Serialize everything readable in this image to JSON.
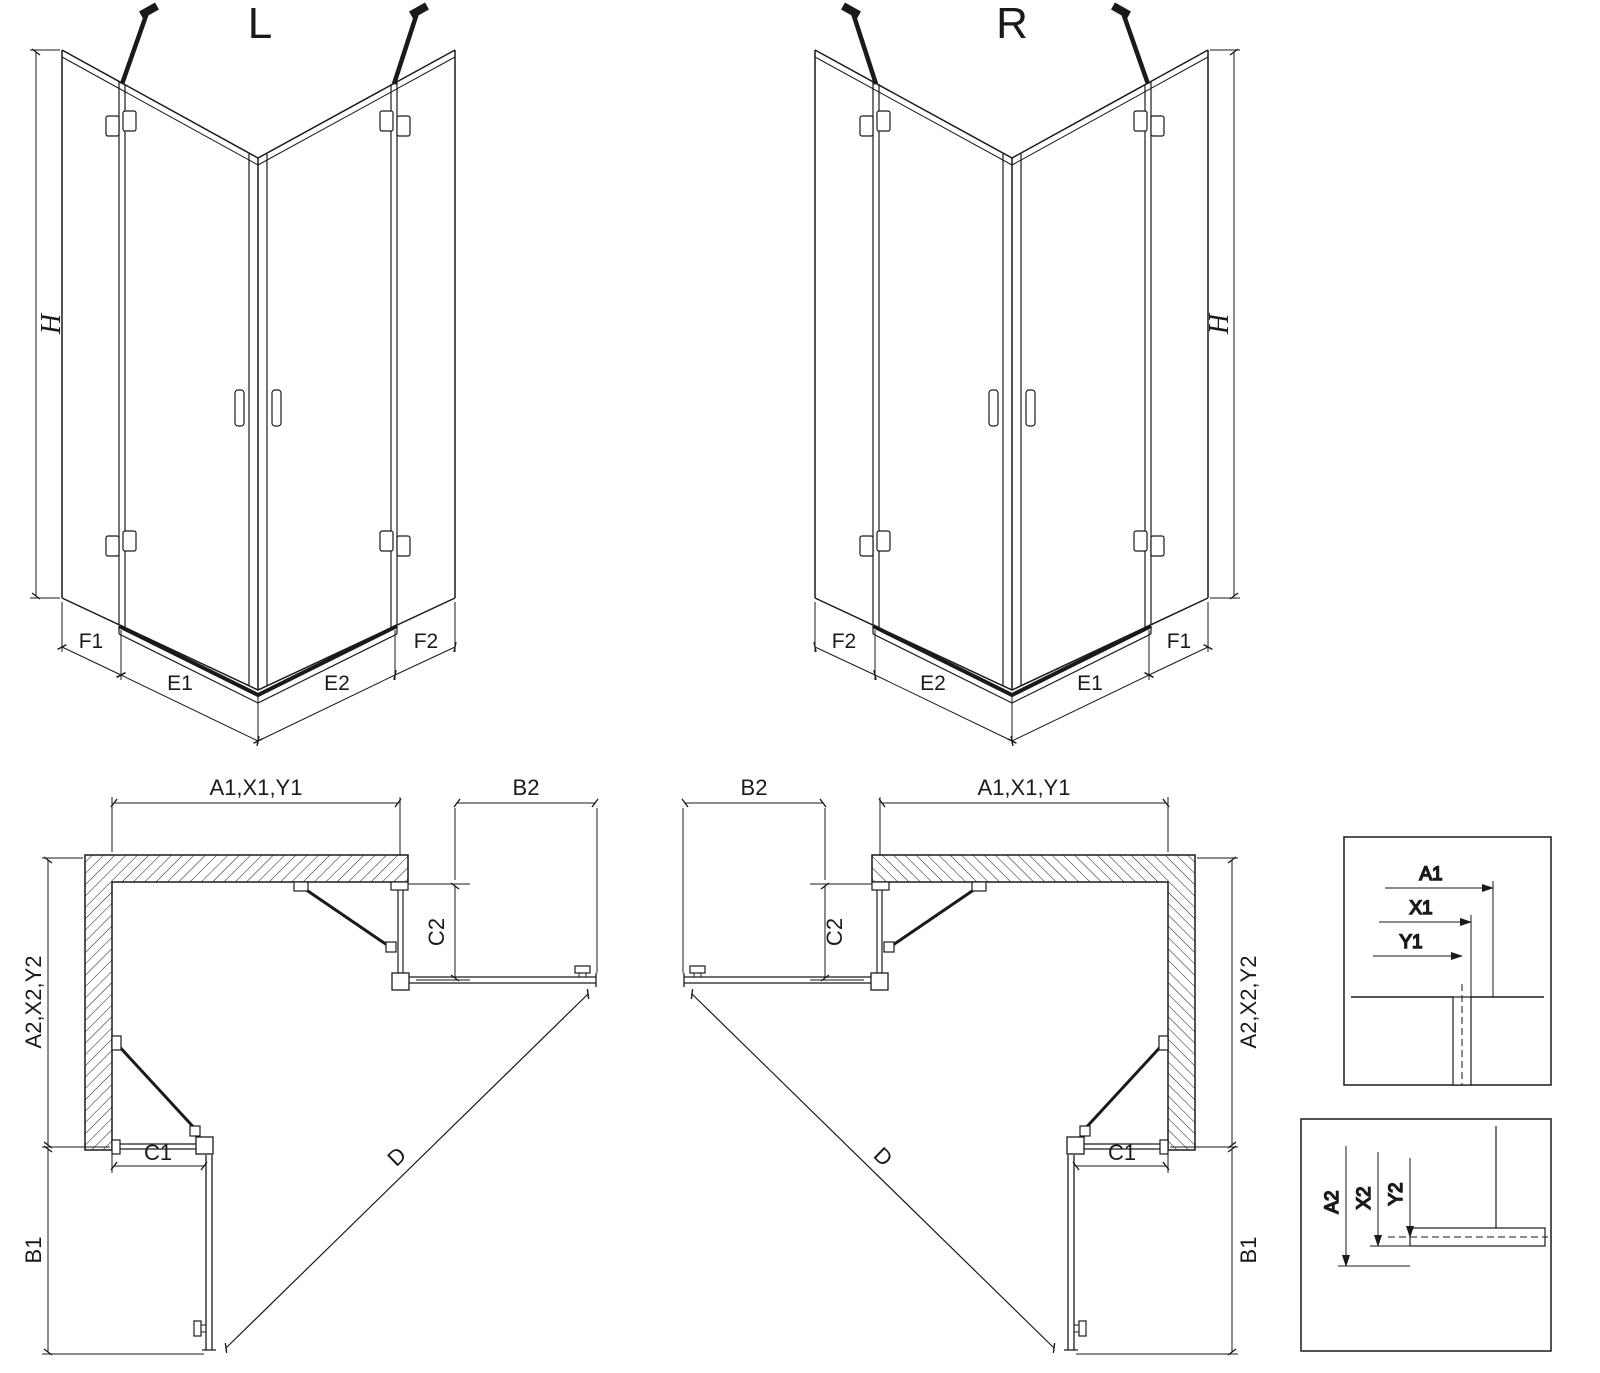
{
  "colors": {
    "line": "#1a1a1a",
    "background": "#ffffff"
  },
  "views": {
    "left_3d": {
      "title": "L",
      "h": "H",
      "f1": "F1",
      "e1": "E1",
      "e2": "E2",
      "f2": "F2"
    },
    "right_3d": {
      "title": "R",
      "h": "H",
      "f1": "F1",
      "e1": "E1",
      "e2": "E2",
      "f2": "F2"
    },
    "left_plan": {
      "a1": "A1,X1,Y1",
      "b2": "B2",
      "c2": "C2",
      "a2": "A2,X2,Y2",
      "c1": "C1",
      "b1": "B1",
      "d": "D"
    },
    "right_plan": {
      "a1": "A1,X1,Y1",
      "b2": "B2",
      "c2": "C2",
      "a2": "A2,X2,Y2",
      "c1": "C1",
      "b1": "B1",
      "d": "D"
    },
    "detail_top": {
      "a1": "A1",
      "x1": "X1",
      "y1": "Y1"
    },
    "detail_bottom": {
      "a2": "A2",
      "x2": "X2",
      "y2": "Y2"
    }
  }
}
